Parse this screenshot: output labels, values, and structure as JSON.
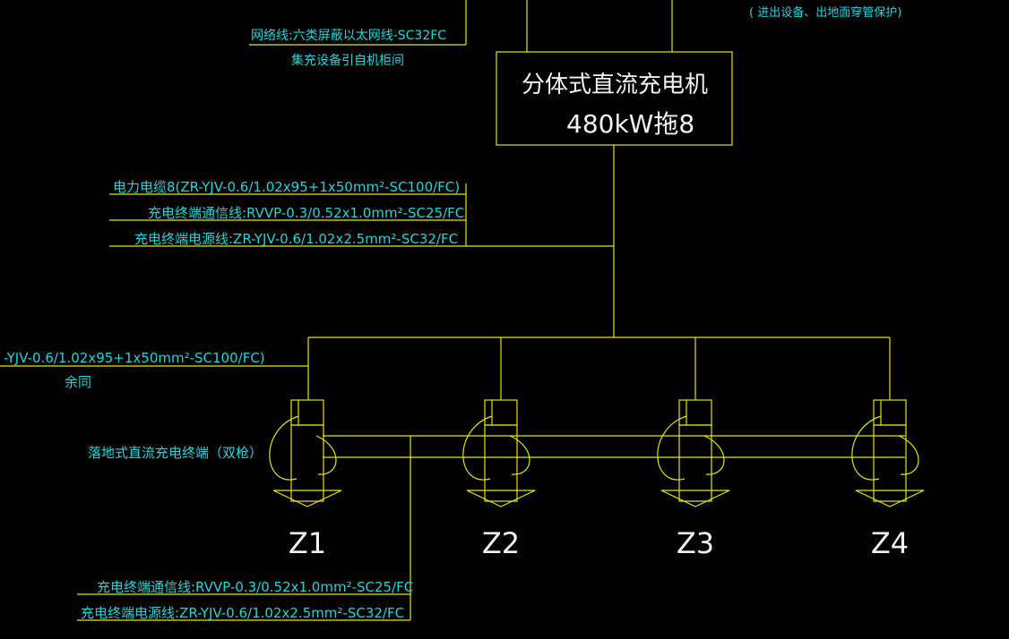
{
  "notes": {
    "top_right": "( 进出设备、出地面穿管保护)",
    "network_cable": "网络线:六类屏蔽以太网线-SC32FC",
    "network_source": "集充设备引自机柜间"
  },
  "charger": {
    "line1": "分体式直流充电机",
    "line2": "480kW拖8"
  },
  "cables_upper": {
    "power": "电力电缆8(ZR-YJV-0.6/1.02x95+1x50mm²-SC100/FC)",
    "comm": "充电终端通信线:RVVP-0.3/0.52x1.0mm²-SC25/FC",
    "supply": "充电终端电源线:ZR-YJV-0.6/1.02x2.5mm²-SC32/FC"
  },
  "cables_left": {
    "power_partial": "-YJV-0.6/1.02x95+1x50mm²-SC100/FC)",
    "same": "余同"
  },
  "terminal_label": "落地式直流充电终端（双枪）",
  "terminals": [
    "Z1",
    "Z2",
    "Z3",
    "Z4"
  ],
  "cables_lower": {
    "comm": "充电终端通信线:RVVP-0.3/0.52x1.0mm²-SC25/FC",
    "supply": "充电终端电源线:ZR-YJV-0.6/1.02x2.5mm²-SC32/FC"
  }
}
